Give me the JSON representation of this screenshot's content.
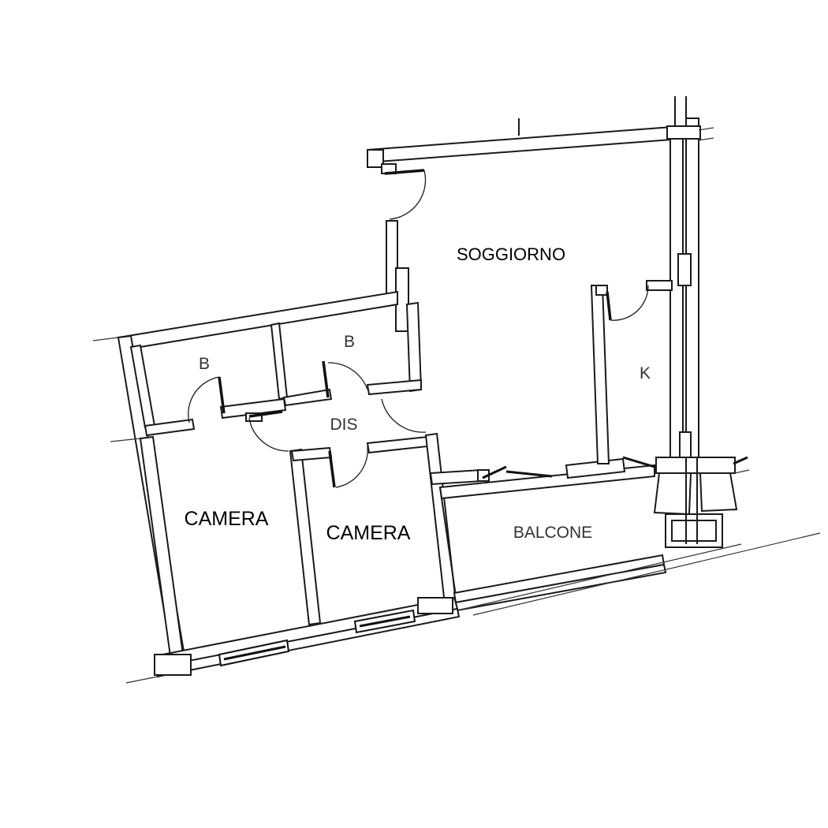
{
  "rooms": {
    "soggiorno": "SOGGIORNO",
    "bagno_1": "B",
    "bagno_2": "B",
    "disimpegno": "DIS",
    "cucina": "K",
    "camera_1": "CAMERA",
    "camera_2": "CAMERA",
    "balcone": "BALCONE"
  }
}
